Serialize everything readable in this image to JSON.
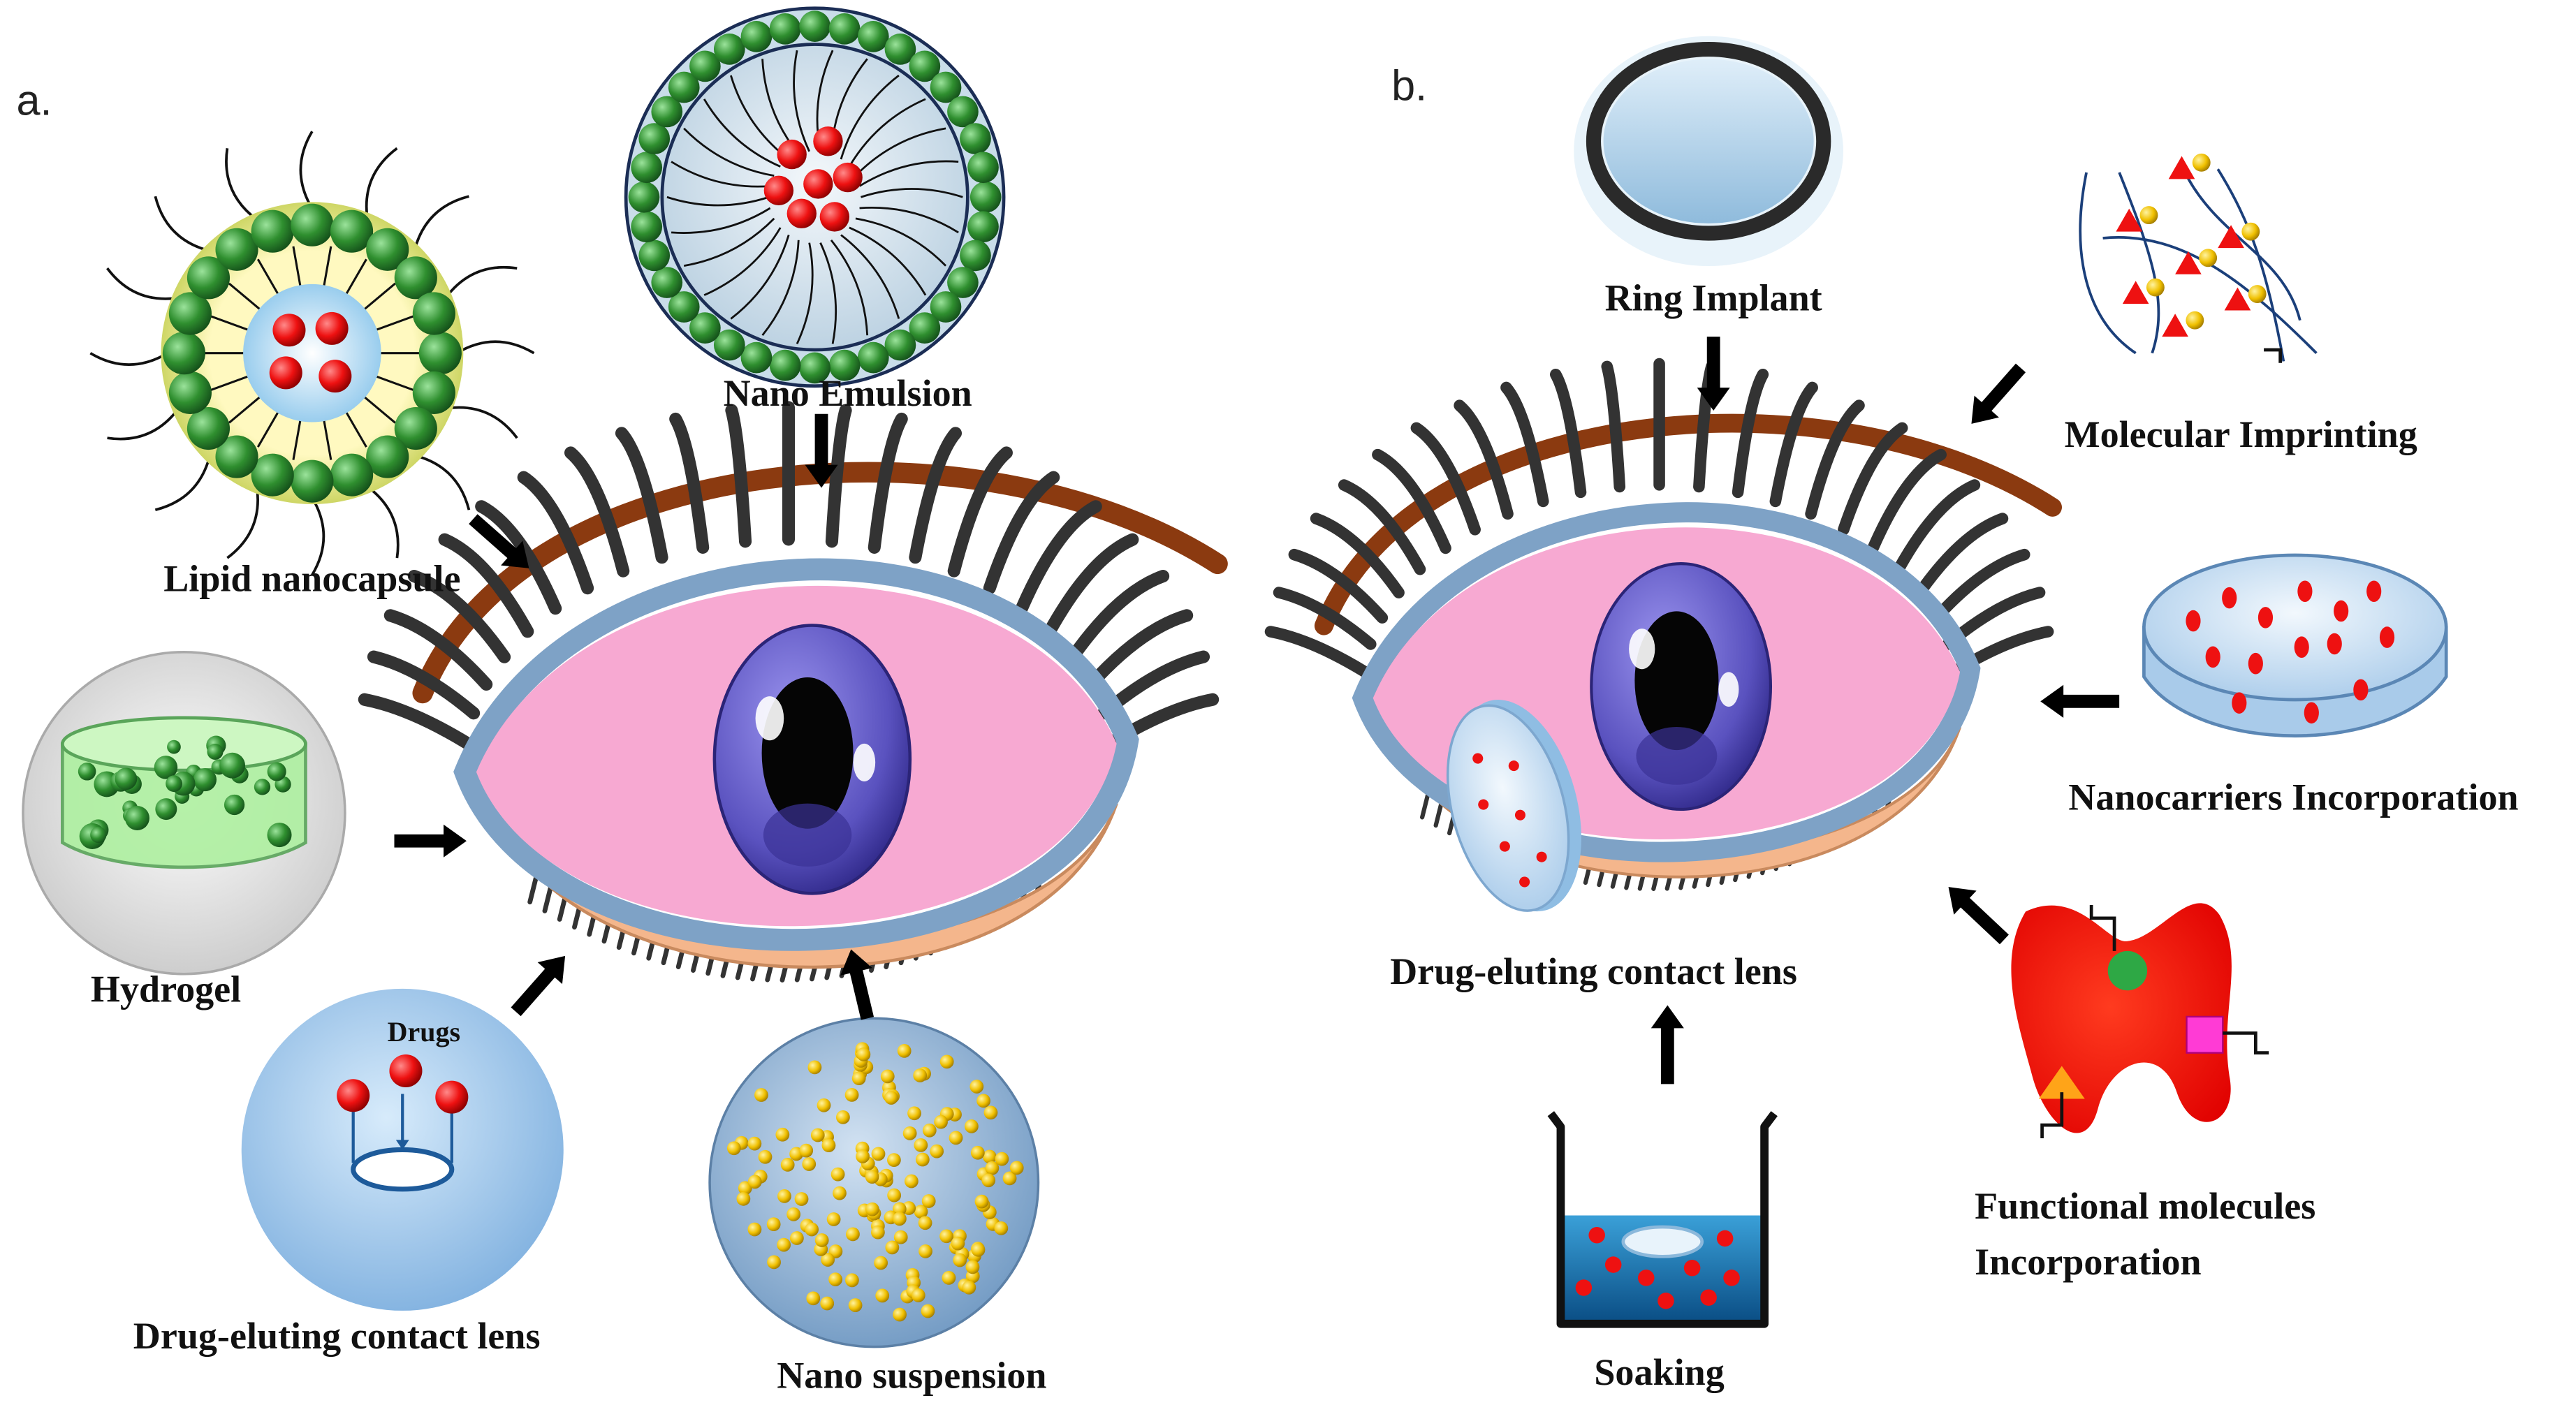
{
  "panels": {
    "a": {
      "letter": "a.",
      "labels": {
        "nano_emulsion": "Nano Emulsion",
        "lipid_nanocapsule": "Lipid nanocapsule",
        "hydrogel": "Hydrogel",
        "drugs": "Drugs",
        "drug_eluting_lens": "Drug-eluting contact lens",
        "nano_suspension": "Nano suspension"
      }
    },
    "b": {
      "letter": "b.",
      "labels": {
        "ring_implant": "Ring Implant",
        "molecular_imprinting": "Molecular Imprinting",
        "nanocarriers": "Nanocarriers Incorporation",
        "drug_eluting_lens": "Drug-eluting contact lens",
        "functional_line1": "Functional molecules",
        "functional_line2": "Incorporation",
        "soaking": "Soaking"
      }
    }
  },
  "colors": {
    "sclera": "#f7a9d2",
    "iris": "#5e57c2",
    "brow": "#8b3a10",
    "lash": "#333333",
    "lid_rim": "#7ea2c6",
    "drug_red": "#ee1111",
    "green_bead": "#2f8f2f",
    "yellow_bead": "#f0c000",
    "lens_blue": "#bcdcf4",
    "arrow": "#000000"
  }
}
